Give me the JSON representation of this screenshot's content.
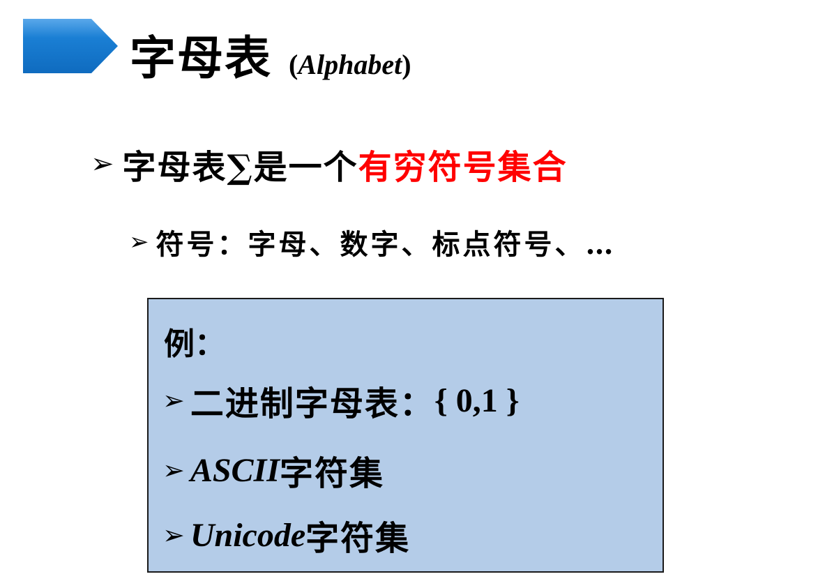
{
  "header": {
    "title_zh": "字母表",
    "title_en": "Alphabet",
    "paren_open": "(",
    "paren_close": ")",
    "accent_color": "#1a7fd4"
  },
  "bullets": [
    {
      "marker": "➢",
      "prefix": "字母表∑是一个",
      "highlight": "有穷符号集合",
      "highlight_color": "#ff0000"
    },
    {
      "marker": "➢",
      "text": "符号：字母、数字、标点符号、…"
    }
  ],
  "example": {
    "heading": "例：",
    "background_color": "#b4cce8",
    "items": [
      {
        "marker": "➢",
        "prefix": "二进制字母表：",
        "set": "{ 0,1 }"
      },
      {
        "marker": "➢",
        "latin": "ASCII",
        "suffix": "字符集"
      },
      {
        "marker": "➢",
        "latin": "Unicode",
        "suffix": "字符集"
      }
    ]
  }
}
